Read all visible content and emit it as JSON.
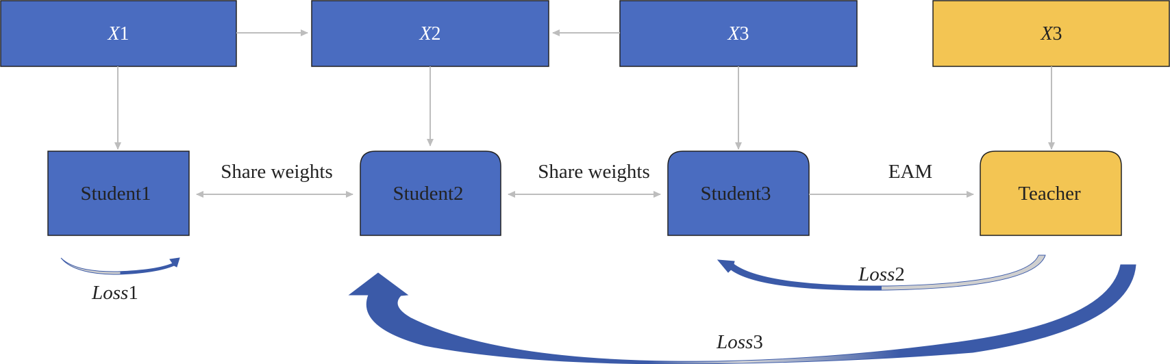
{
  "colors": {
    "blue": "#4a6cc0",
    "yellow": "#f3c553",
    "stroke": "#222222",
    "arrow_gray": "#bdbdbd",
    "loss_dark": "#3b5aa8",
    "text": "#222222"
  },
  "inputs": {
    "x1": {
      "var": "X",
      "num": "1"
    },
    "x2": {
      "var": "X",
      "num": "2"
    },
    "x3": {
      "var": "X",
      "num": "3"
    },
    "x3_teacher": {
      "var": "X",
      "num": "3"
    }
  },
  "models": {
    "student1": "Student1",
    "student2": "Student2",
    "student3": "Student3",
    "teacher": "Teacher"
  },
  "edges": {
    "share_weights_1": "Share weights",
    "share_weights_2": "Share weights",
    "eam": "EAM"
  },
  "losses": {
    "loss1": {
      "var": "Loss",
      "num": "1"
    },
    "loss2": {
      "var": "Loss",
      "num": "2"
    },
    "loss3": {
      "var": "Loss",
      "num": "3"
    }
  }
}
